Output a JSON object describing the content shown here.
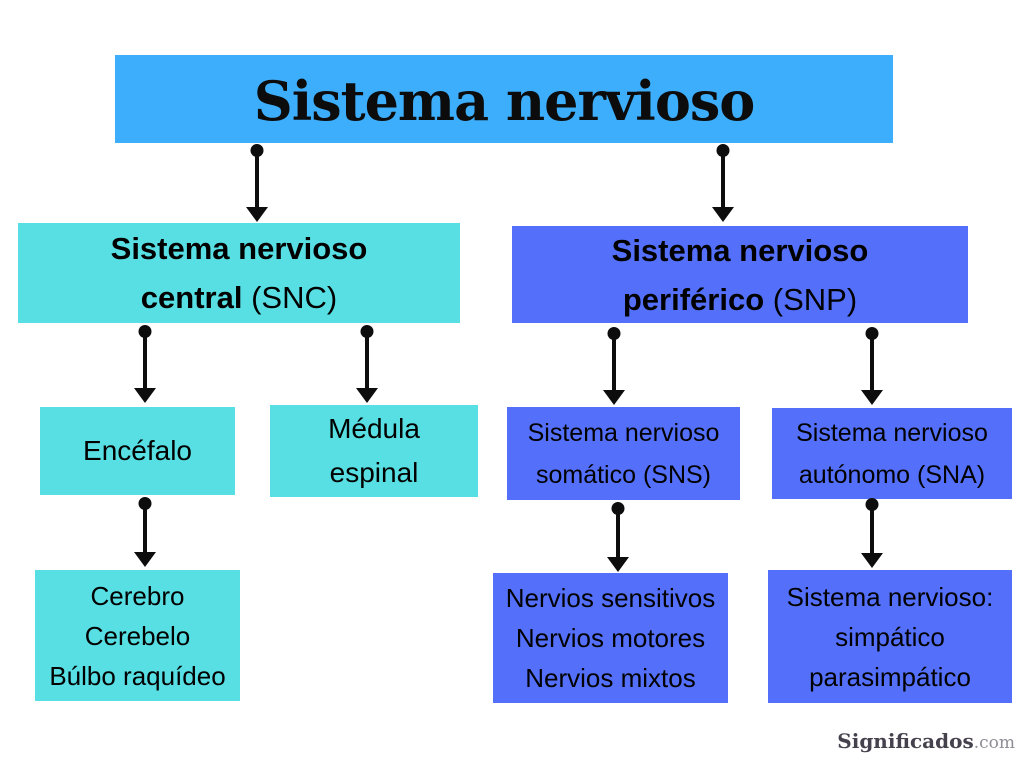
{
  "diagram": {
    "title": "Sistema nervioso",
    "colors": {
      "root_box": "#3daefb",
      "central_branch_box": "#57dfe3",
      "peripheral_branch_box": "#5470fa",
      "text": "#000000",
      "arrow": "#0d0d0d",
      "background": "#ffffff",
      "watermark_brand": "#45414d",
      "watermark_suffix": "#8f8d96"
    },
    "nodes": {
      "root": {
        "label": "Sistema nervioso"
      },
      "snc": {
        "line1": "Sistema nervioso",
        "line2_bold": "central",
        "line2_rest": " (SNC)"
      },
      "snp": {
        "line1": "Sistema nervioso",
        "line2_bold": "periférico",
        "line2_rest": " (SNP)"
      },
      "encefalo": {
        "line1": "Encéfalo"
      },
      "medula": {
        "line1": "Médula",
        "line2": "espinal"
      },
      "sns": {
        "line1": "Sistema nervioso",
        "line2": "somático (SNS)"
      },
      "sna": {
        "line1": "Sistema nervioso",
        "line2": "autónomo (SNA)"
      },
      "cerebro": {
        "line1": "Cerebro",
        "line2": "Cerebelo",
        "line3": "Búlbo raquídeo"
      },
      "nervios": {
        "line1": "Nervios sensitivos",
        "line2": "Nervios motores",
        "line3": "Nervios mixtos"
      },
      "simpatico": {
        "line1": "Sistema nervioso:",
        "line2": "simpático",
        "line3": "parasimpático"
      }
    },
    "watermark": {
      "brand": "Significados",
      "suffix": ".com"
    }
  }
}
